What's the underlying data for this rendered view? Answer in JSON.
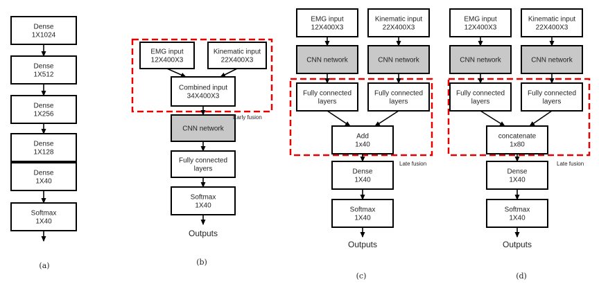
{
  "colors": {
    "box_stroke": "#000000",
    "box_fill": "#ffffff",
    "cnn_fill": "#c8c8c8",
    "fusion_border": "#e60000",
    "arrow": "#000000"
  },
  "panels": [
    {
      "label": "(a)",
      "boxes": [
        {
          "lines": [
            "Dense",
            "1X1024"
          ]
        },
        {
          "lines": [
            "Dense",
            "1X512"
          ]
        },
        {
          "lines": [
            "Dense",
            "1X256"
          ]
        },
        {
          "lines": [
            "Dense",
            "1X128"
          ]
        },
        {
          "lines": [
            "Dense",
            "1X40"
          ]
        },
        {
          "lines": [
            "Softmax",
            "1X40"
          ]
        }
      ]
    },
    {
      "label": "(b)",
      "boxes": [
        {
          "lines": [
            "EMG input",
            "12X400X3"
          ]
        },
        {
          "lines": [
            "Kinematic input",
            "22X400X3"
          ]
        },
        {
          "lines": [
            "Combined input",
            "34X400X3"
          ]
        },
        {
          "lines": [
            "CNN network"
          ],
          "shaded": true
        },
        {
          "lines": [
            "Fully connected",
            "layers"
          ]
        },
        {
          "lines": [
            "Softmax",
            "1X40"
          ]
        }
      ],
      "fusion_caption": "Early fusion",
      "output": "Outputs"
    },
    {
      "label": "(c)",
      "boxes": [
        {
          "lines": [
            "EMG input",
            "12X400X3"
          ]
        },
        {
          "lines": [
            "Kinematic input",
            "22X400X3"
          ]
        },
        {
          "lines": [
            "CNN network"
          ],
          "shaded": true
        },
        {
          "lines": [
            "CNN network"
          ],
          "shaded": true
        },
        {
          "lines": [
            "Fully connected",
            "layers"
          ]
        },
        {
          "lines": [
            "Fully connected",
            "layers"
          ]
        },
        {
          "lines": [
            "Add",
            "1x40"
          ]
        },
        {
          "lines": [
            "Dense",
            "1X40"
          ]
        },
        {
          "lines": [
            "Softmax",
            "1X40"
          ]
        }
      ],
      "fusion_caption": "Late fusion",
      "output": "Outputs"
    },
    {
      "label": "(d)",
      "boxes": [
        {
          "lines": [
            "EMG input",
            "12X400X3"
          ]
        },
        {
          "lines": [
            "Kinematic input",
            "22X400X3"
          ]
        },
        {
          "lines": [
            "CNN network"
          ],
          "shaded": true
        },
        {
          "lines": [
            "CNN network"
          ],
          "shaded": true
        },
        {
          "lines": [
            "Fully connected",
            "layers"
          ]
        },
        {
          "lines": [
            "Fully connected",
            "layers"
          ]
        },
        {
          "lines": [
            "concatenate",
            "1x80"
          ]
        },
        {
          "lines": [
            "Dense",
            "1X40"
          ]
        },
        {
          "lines": [
            "Softmax",
            "1X40"
          ]
        }
      ],
      "fusion_caption": "Late fusion",
      "output": "Outputs"
    }
  ]
}
